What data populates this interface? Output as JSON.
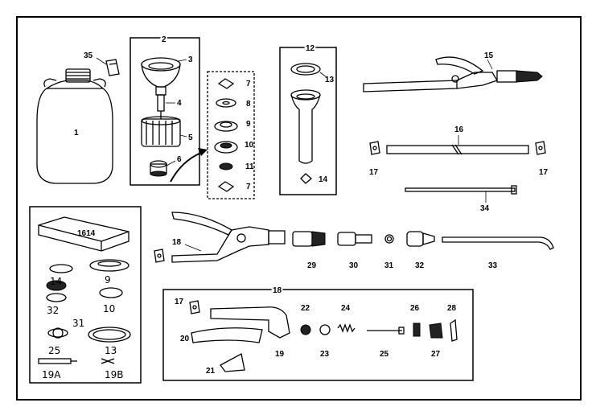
{
  "labels": {
    "p1": "1",
    "p2": "2",
    "p3": "3",
    "p4": "4",
    "p5": "5",
    "p6": "6",
    "p7a": "7",
    "p7b": "7",
    "p8": "8",
    "p9": "9",
    "p10": "10",
    "p11": "11",
    "p12": "12",
    "p13": "13",
    "p14": "14",
    "p15": "15",
    "p16": "16",
    "p17a": "17",
    "p17b": "17",
    "p17c": "17",
    "p18a": "18",
    "p18b": "18",
    "p19": "19",
    "p20": "20",
    "p21": "21",
    "p22": "22",
    "p23": "23",
    "p24": "24",
    "p25": "25",
    "p26": "26",
    "p27": "27",
    "p28": "28",
    "p29": "29",
    "p30": "30",
    "p31": "31",
    "p32": "32",
    "p33": "33",
    "p34": "34",
    "p35": "35"
  },
  "kit": {
    "box_label": "1614",
    "handwritten": {
      "h14": "14",
      "h9": "9",
      "h32": "32",
      "h10": "10",
      "h31": "31",
      "h25": "25",
      "h13": "13",
      "h19a": "19A",
      "h19b": "19B"
    }
  }
}
